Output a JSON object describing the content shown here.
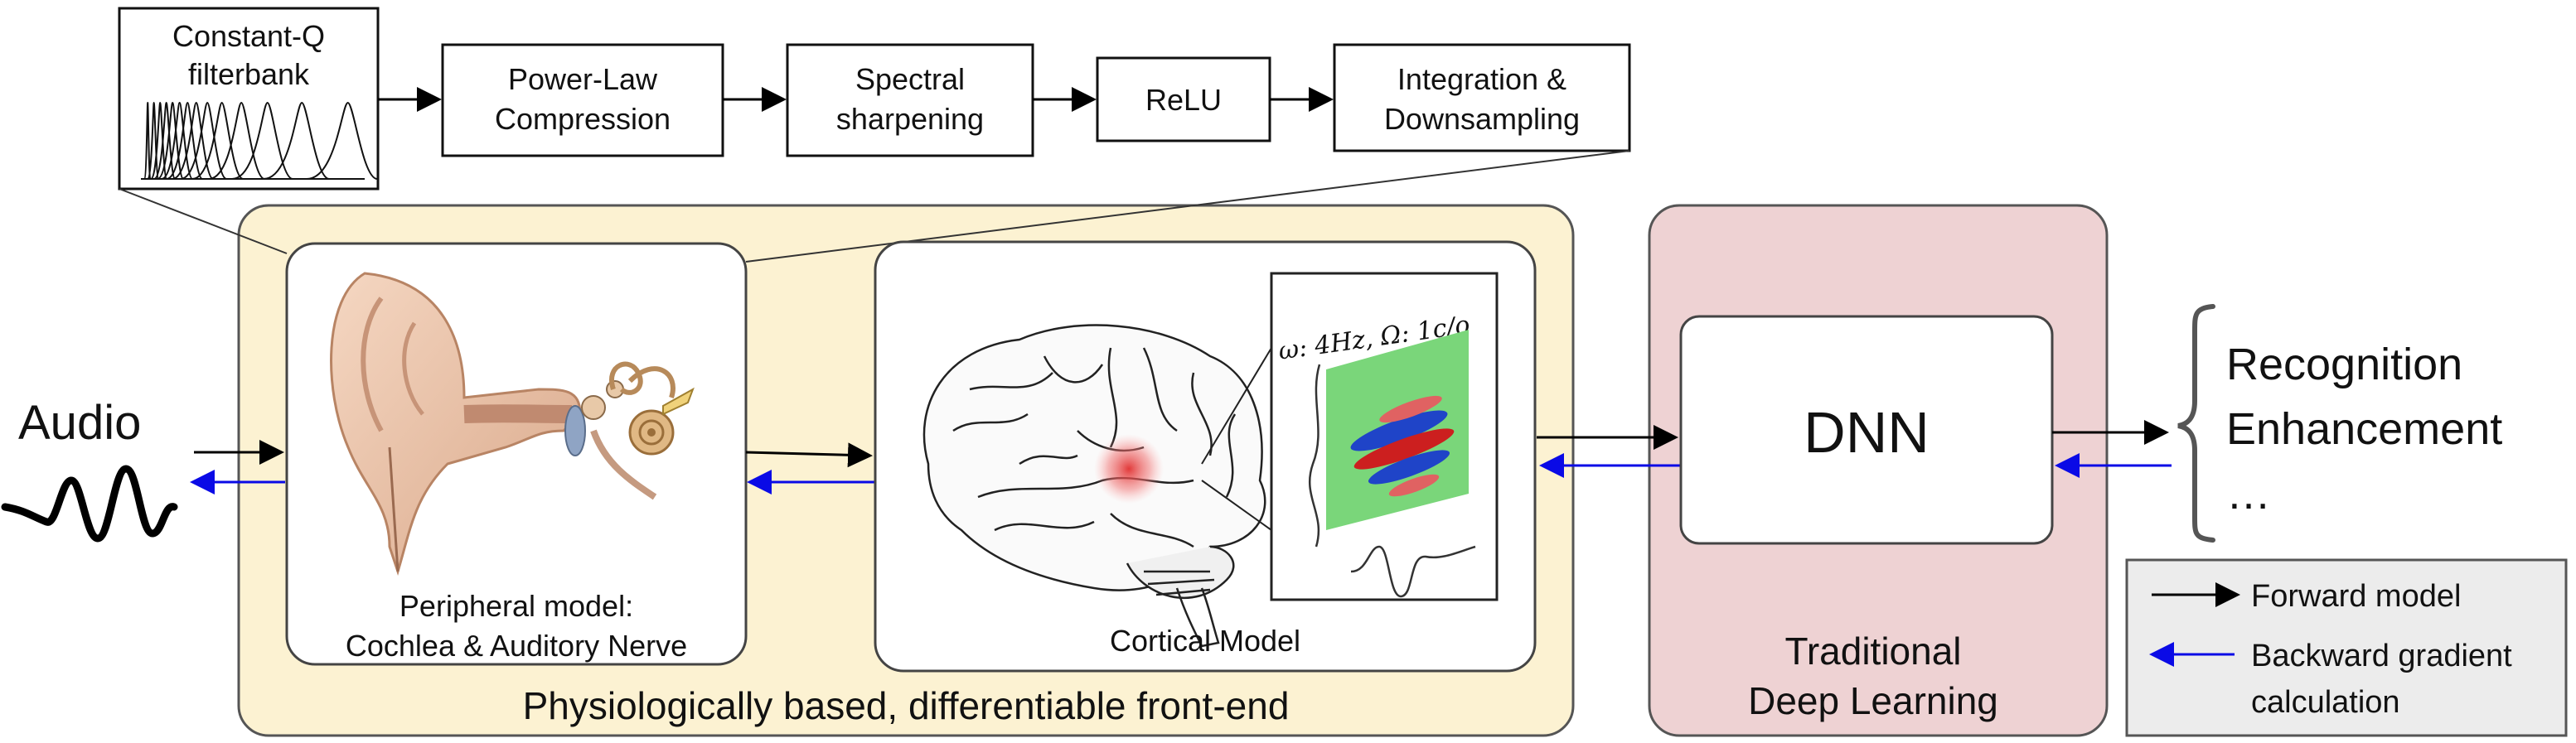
{
  "pipeline": {
    "filterbank": [
      "Constant-Q",
      "filterbank"
    ],
    "power_law": [
      "Power-Law",
      "Compression"
    ],
    "spectral": [
      "Spectral",
      "sharpening"
    ],
    "relu": "ReLU",
    "integration": [
      "Integration &",
      "Downsampling"
    ]
  },
  "audio": {
    "label": "Audio"
  },
  "peripheral": {
    "caption": [
      "Peripheral model:",
      "Cochlea & Auditory Nerve"
    ]
  },
  "cortical": {
    "caption": "Cortical Model",
    "strf_label": "ω: 4Hz, Ω: 1c/o"
  },
  "frontend": {
    "caption": "Physiologically based, differentiable front-end"
  },
  "dnn": {
    "label": "DNN"
  },
  "traditional": {
    "caption": [
      "Traditional",
      "Deep Learning"
    ]
  },
  "tasks": [
    "Recognition",
    "Enhancement",
    "…"
  ],
  "legend": {
    "forward": "Forward model",
    "backward": [
      "Backward gradient",
      "calculation"
    ]
  },
  "colors": {
    "frontend_fill": "#fcf2d2",
    "dl_fill": "#eed2d3",
    "forward_arrow": "#000000",
    "backward_arrow": "#0a0ae6",
    "legend_fill": "#ececec"
  }
}
